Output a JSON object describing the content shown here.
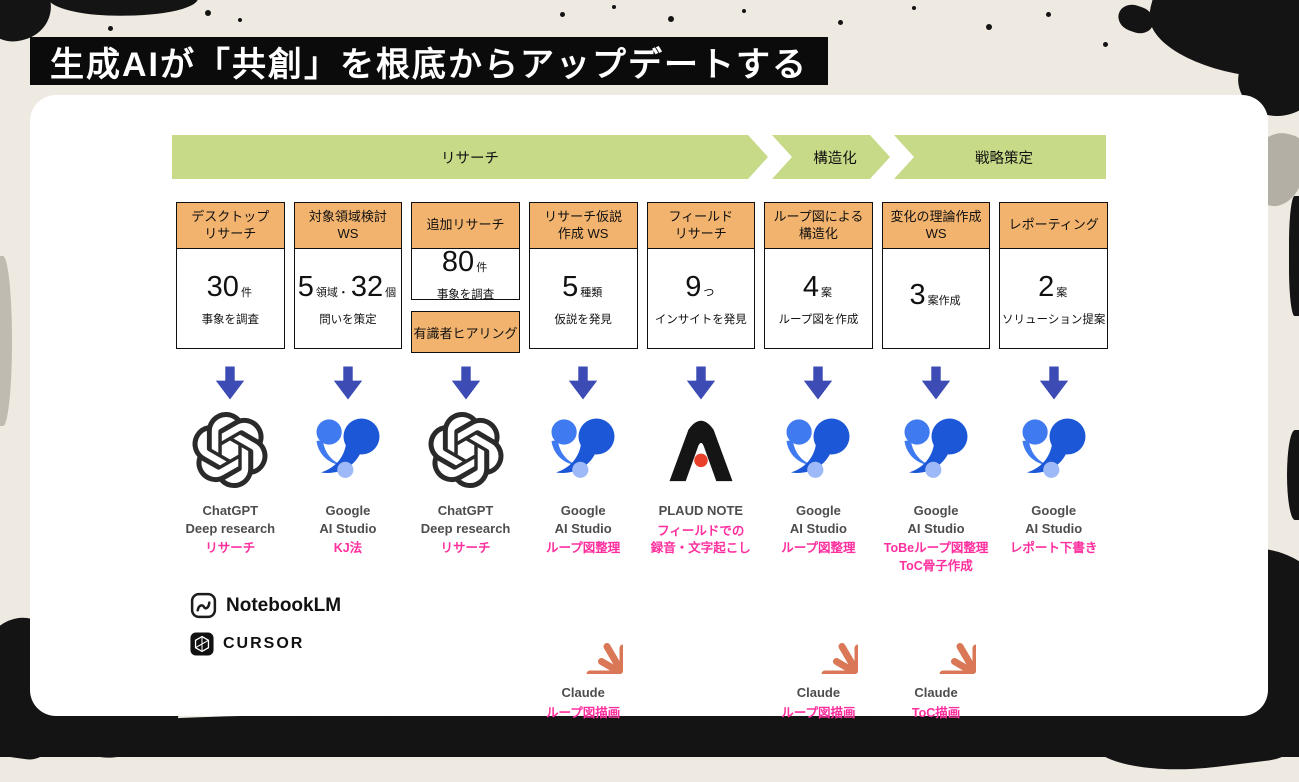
{
  "title": "生成AIが「共創」を根底からアップデートする",
  "phases": [
    {
      "label": "リサーチ"
    },
    {
      "label": "構造化"
    },
    {
      "label": "戦略策定"
    }
  ],
  "columns": [
    {
      "header": "デスクトップ\nリサーチ",
      "metric": [
        {
          "t": "30"
        },
        {
          "t": "件"
        }
      ],
      "desc": "事象を調査",
      "tool": {
        "name": "ChatGPT\nDeep research",
        "task": "リサーチ"
      }
    },
    {
      "header": "対象領域検討\nWS",
      "metric": [
        {
          "t": "5"
        },
        {
          "t": "領域・"
        },
        {
          "t": "32"
        },
        {
          "t": "個"
        }
      ],
      "desc": "問いを策定",
      "tool": {
        "name": "Google\nAI Studio",
        "task": "KJ法"
      }
    },
    {
      "header": "追加リサーチ",
      "metric": [
        {
          "t": "80"
        },
        {
          "t": "件"
        }
      ],
      "desc": "事象を調査",
      "extra": "有識者ヒアリング",
      "tool": {
        "name": "ChatGPT\nDeep research",
        "task": "リサーチ"
      }
    },
    {
      "header": "リサーチ仮説\n作成 WS",
      "metric": [
        {
          "t": "5"
        },
        {
          "t": "種類"
        }
      ],
      "desc": "仮説を発見",
      "tool": {
        "name": "Google\nAI Studio",
        "task": "ループ図整理"
      },
      "tool2": {
        "name": "Claude",
        "task": "ループ図描画"
      }
    },
    {
      "header": "フィールド\nリサーチ",
      "metric": [
        {
          "t": "9"
        },
        {
          "t": "つ"
        }
      ],
      "desc": "インサイトを発見",
      "tool": {
        "name": "PLAUD NOTE",
        "task": "フィールドでの\n録音・文字起こし"
      }
    },
    {
      "header": "ループ図による\n構造化",
      "metric": [
        {
          "t": "4"
        },
        {
          "t": "案"
        }
      ],
      "desc": "ループ図を作成",
      "tool": {
        "name": "Google\nAI Studio",
        "task": "ループ図整理"
      },
      "tool2": {
        "name": "Claude",
        "task": "ループ図描画"
      }
    },
    {
      "header": "変化の理論作成\nWS",
      "metric": [
        {
          "t": "3"
        },
        {
          "t": "案作成"
        }
      ],
      "desc": "",
      "tool": {
        "name": "Google\nAI Studio",
        "task": "ToBeループ図整理\nToC骨子作成"
      },
      "tool2": {
        "name": "Claude",
        "task": "ToC描画"
      }
    },
    {
      "header": "レポーティング",
      "metric": [
        {
          "t": "2"
        },
        {
          "t": "案"
        }
      ],
      "desc": "ソリューション提案",
      "tool": {
        "name": "Google\nAI Studio",
        "task": "レポート下書き"
      }
    }
  ],
  "footer_tools": [
    {
      "name": "NotebookLM"
    },
    {
      "name": "CURSOR"
    }
  ],
  "colors": {
    "accent_pink": "#ff2f9e",
    "arrow_blue": "#3c4cb4",
    "phase_green": "#c7da87",
    "box_orange": "#f2b36e",
    "claude_coral": "#d97757",
    "plaud_red": "#e8402a",
    "aistudio_blue": "#1b57d6"
  }
}
